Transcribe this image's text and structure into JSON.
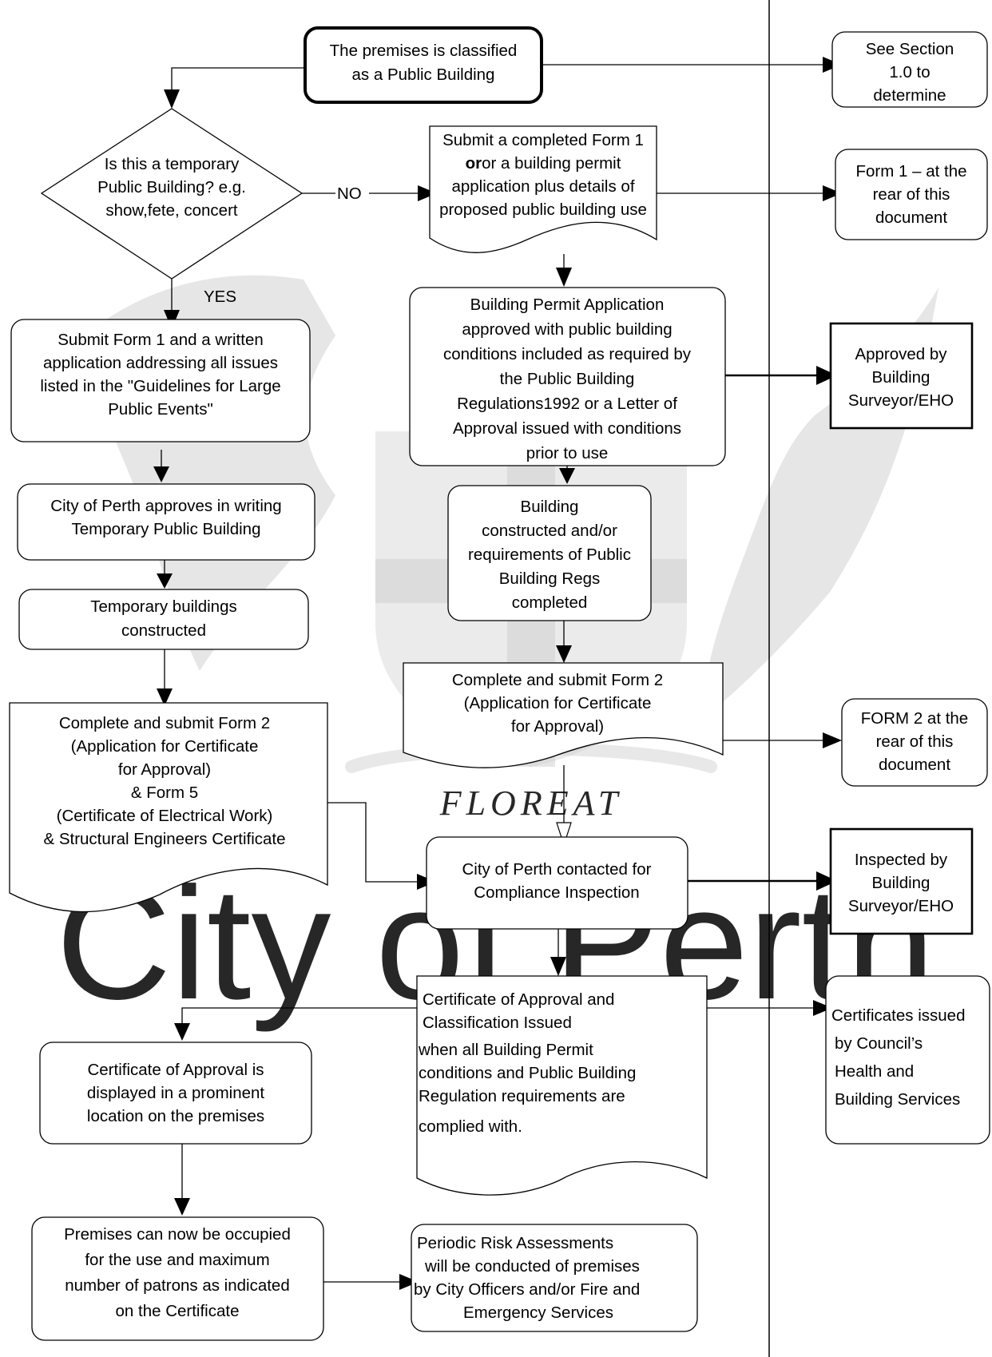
{
  "watermark": {
    "city_text": "City of Perth",
    "motto": "FLOREAT"
  },
  "nodes": {
    "start": [
      "The premises is classified",
      "as a Public Building"
    ],
    "see_section": [
      "See Section",
      "1.0 to",
      "determine"
    ],
    "decision_temporary": [
      "Is this a temporary",
      "Public Building? e.g.",
      "show,fete, concert"
    ],
    "label_no": "NO",
    "label_yes": "YES",
    "submit_form1": [
      "Submit a completed Form 1",
      "or a building permit",
      "application plus details of",
      "proposed public building use"
    ],
    "form1_rear": [
      "Form 1 – at the",
      "rear of this",
      "document"
    ],
    "permit_approved": [
      "Building Permit Application",
      "approved with public building",
      "conditions included as required by",
      "the Public Building",
      "Regulations1992  or a Letter of",
      "Approval issued with conditions",
      "prior to use"
    ],
    "approved_by": [
      "Approved by",
      "Building",
      "Surveyor/EHO"
    ],
    "submit_temp": [
      "Submit Form 1 and a written",
      "application addressing all issues",
      "listed in the \"Guidelines for Large",
      "Public Events\""
    ],
    "city_approves": [
      "City of Perth approves in writing",
      "Temporary Public Building"
    ],
    "building_constructed": [
      "Building",
      "constructed  and/or",
      "requirements of Public",
      "Building Regs",
      "completed"
    ],
    "temp_constructed": [
      "Temporary buildings",
      "constructed"
    ],
    "form2_left": [
      "Complete and submit Form 2",
      "(Application for Certificate",
      "for Approval)",
      "& Form 5",
      "(Certificate of Electrical Work)",
      "&  Structural Engineers Certificate"
    ],
    "form2_center": [
      "Complete and submit Form 2",
      "(Application for Certificate",
      "for Approval)"
    ],
    "form2_rear": [
      "FORM 2 at the",
      "rear of this",
      "document"
    ],
    "compliance": [
      "City of Perth contacted for",
      "Compliance Inspection"
    ],
    "inspected_by": [
      "Inspected by",
      "Building",
      "Surveyor/EHO"
    ],
    "certificate_issued": [
      "Certificate of Approval and",
      "Classification Issued",
      "when all Building  Permit",
      "conditions and Public Building",
      "Regulation requirements are",
      "complied with."
    ],
    "certificates_council": [
      "Certificates issued",
      "by Council’s",
      "Health and",
      "Building Services"
    ],
    "cert_displayed": [
      "Certificate of Approval is",
      "displayed in a prominent",
      "location on the premises"
    ],
    "occupied": [
      "Premises can now be occupied",
      "for the use and maximum",
      "number of patrons as indicated",
      "on the Certificate"
    ],
    "risk": [
      "Periodic  Risk Assessments",
      "will be conducted of premises",
      "by City Officers and/or Fire and",
      "Emergency Services"
    ]
  }
}
